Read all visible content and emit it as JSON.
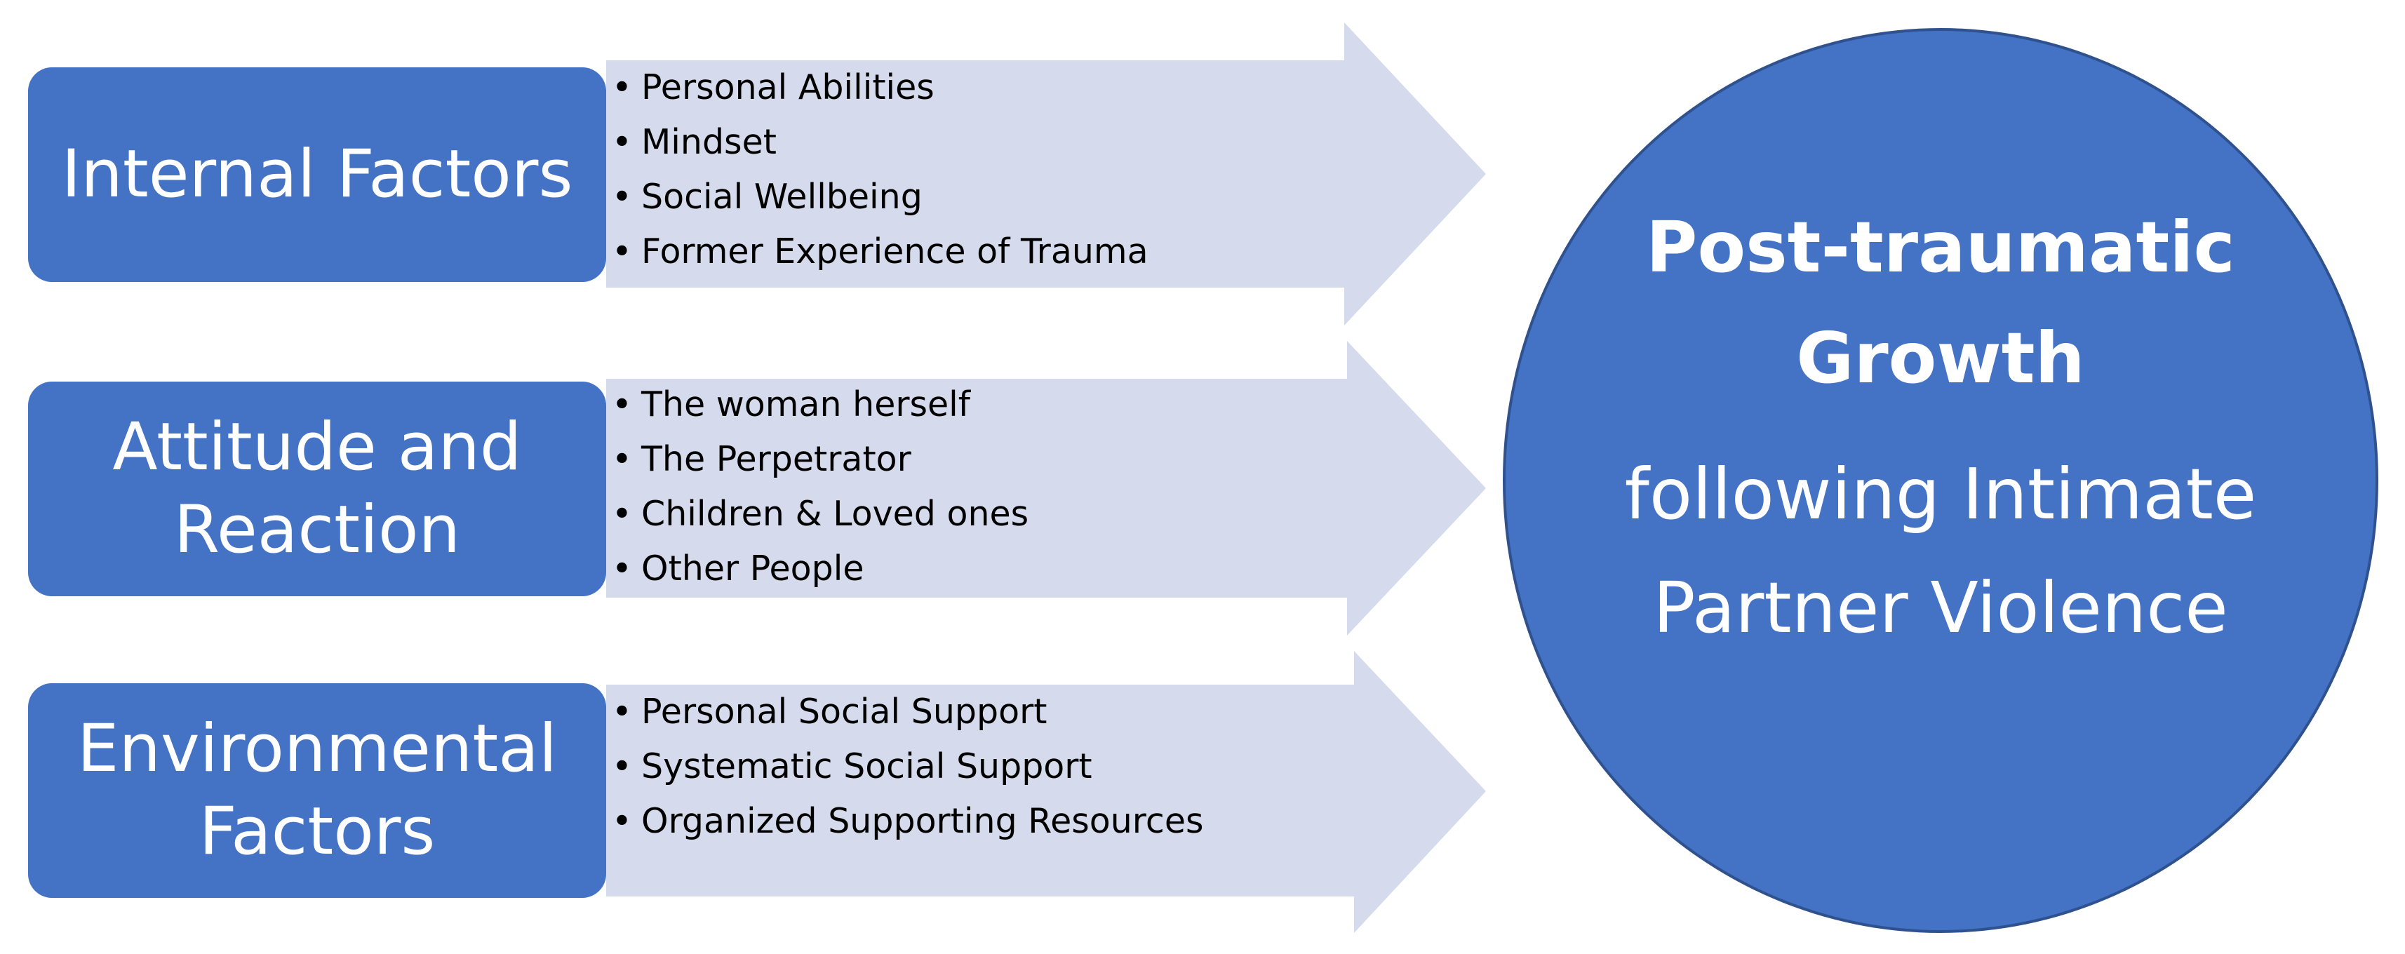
{
  "colors": {
    "box_fill": "#4472c4",
    "arrow_fill": "#d5dbec",
    "circle_fill": "#4472c4",
    "circle_border": "#2f528f",
    "box_text": "#ffffff",
    "list_text": "#000000"
  },
  "factors": [
    {
      "label": "Internal Factors",
      "items": [
        "Personal Abilities",
        "Mindset",
        "Social Wellbeing",
        "Former Experience of Trauma"
      ]
    },
    {
      "label": "Attitude and Reaction",
      "items": [
        "The woman herself",
        "The Perpetrator",
        "Children & Loved ones",
        "Other People"
      ]
    },
    {
      "label": "Environmental Factors",
      "items": [
        "Personal Social Support",
        "Systematic Social Support",
        "Organized Supporting Resources"
      ]
    }
  ],
  "outcome": {
    "title": "Post-traumatic Growth",
    "subtitle": "following Intimate Partner Violence"
  }
}
